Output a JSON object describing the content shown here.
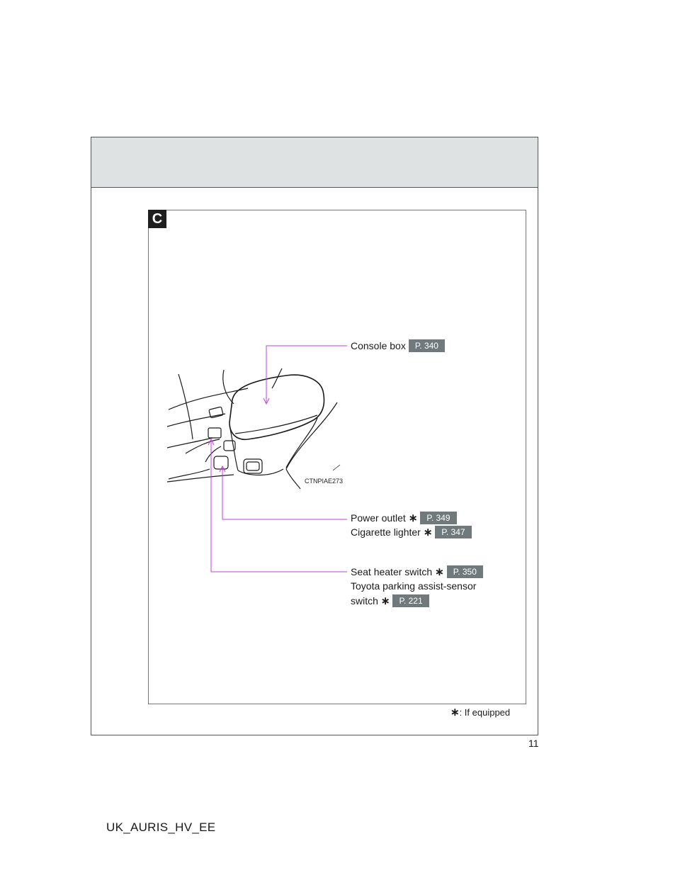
{
  "section_letter": "C",
  "items": [
    {
      "label": "Console box",
      "equipped_mark": "",
      "page_ref": "P. 340"
    },
    {
      "label": "Power outlet",
      "equipped_mark": "∗",
      "page_ref": "P. 349"
    },
    {
      "label": "Cigarette lighter",
      "equipped_mark": "∗",
      "page_ref": "P. 347"
    },
    {
      "label": "Seat heater switch",
      "equipped_mark": "∗",
      "page_ref": "P. 350"
    },
    {
      "label": "Toyota parking assist-sensor",
      "equipped_mark": "",
      "page_ref": ""
    },
    {
      "label": "switch",
      "equipped_mark": "∗",
      "page_ref": "P. 221"
    }
  ],
  "illustration_code": "CTNPIAE273",
  "footnote": {
    "mark": "∗",
    "text": ": If equipped"
  },
  "page_number": "11",
  "document_code": "UK_AURIS_HV_EE",
  "colors": {
    "callout_line": "#c040e0",
    "ref_badge": "#707a7c",
    "header_band": "#dfe2e2"
  }
}
